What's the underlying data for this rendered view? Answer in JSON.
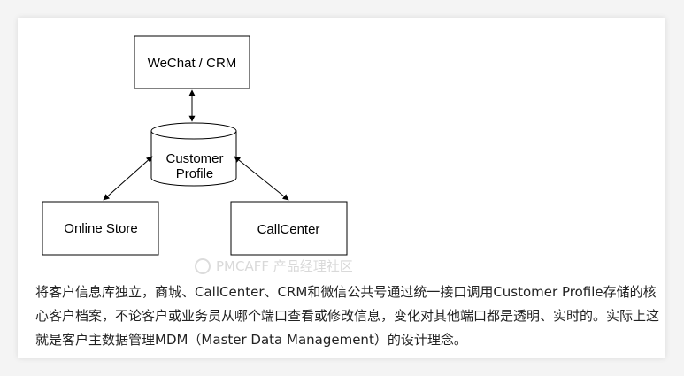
{
  "diagram": {
    "nodes": {
      "wechat": "WeChat / CRM",
      "profile_line1": "Customer",
      "profile_line2": "Profile",
      "online_store": "Online Store",
      "callcenter": "CallCenter"
    },
    "edges": [
      {
        "from": "wechat",
        "to": "profile",
        "arrows": "both"
      },
      {
        "from": "online_store",
        "to": "profile",
        "arrows": "both"
      },
      {
        "from": "callcenter",
        "to": "profile",
        "arrows": "both"
      }
    ]
  },
  "watermark": "PMCAFF 产品经理社区",
  "caption": "将客户信息库独立，商城、CallCenter、CRM和微信公共号通过统一接口调用Customer Profile存储的核心客户档案，不论客户或业务员从哪个端口查看或修改信息，变化对其他端口都是透明、实时的。实际上这就是客户主数据管理MDM（Master Data Management）的设计理念。"
}
